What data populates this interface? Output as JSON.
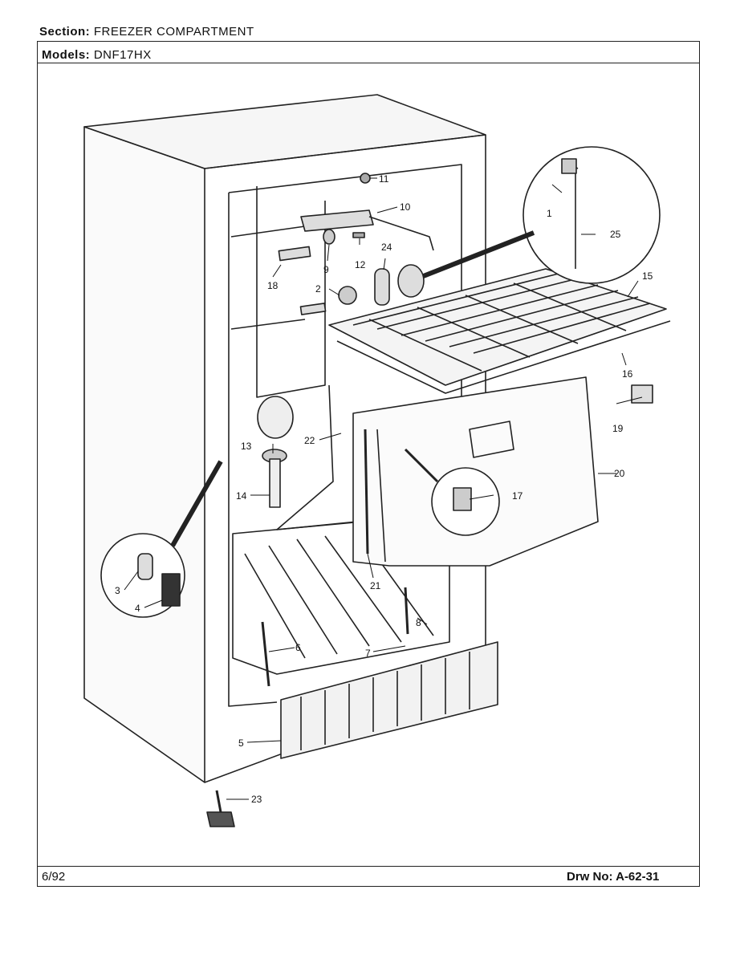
{
  "header": {
    "section_key": "Section:",
    "section_value": "FREEZER COMPARTMENT",
    "models_key": "Models:",
    "models_value": "DNF17HX"
  },
  "footer": {
    "date": "6/92",
    "drawing_number": "Drw No: A-62-31"
  },
  "callouts": [
    "1",
    "2",
    "3",
    "4",
    "5",
    "6",
    "7",
    "8",
    "9",
    "10",
    "11",
    "12",
    "13",
    "14",
    "15",
    "16",
    "17",
    "18",
    "19",
    "20",
    "21",
    "22",
    "23",
    "24",
    "25"
  ]
}
